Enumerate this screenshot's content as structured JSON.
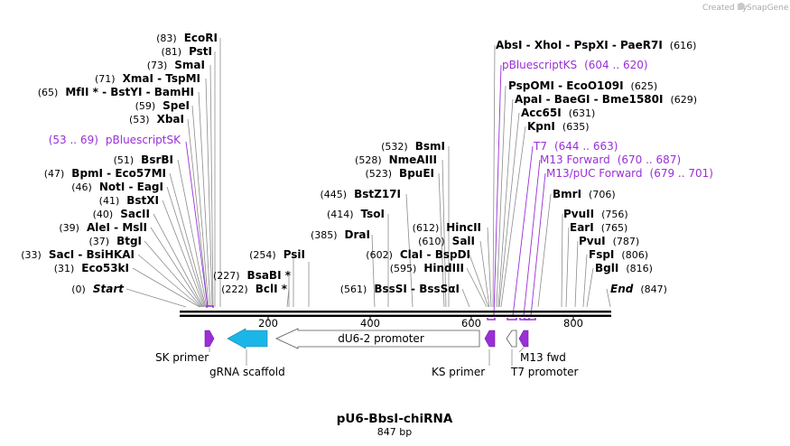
{
  "credit": {
    "text": "Created by",
    "brand": "SnapGene"
  },
  "title": "pU6-BbsI-chiRNA",
  "length_label": "847 bp",
  "ticks": [
    "200",
    "400",
    "600",
    "800"
  ],
  "left_sites": [
    {
      "pos": "(83)",
      "name": "EcoRI"
    },
    {
      "pos": "(81)",
      "name": "PstI"
    },
    {
      "pos": "(73)",
      "name": "SmaI"
    },
    {
      "pos": "(71)",
      "name": "XmaI  -  TspMI"
    },
    {
      "pos": "(65)",
      "name": "MfII * - BstYI  - BamHI"
    },
    {
      "pos": "(59)",
      "name": "SpeI"
    },
    {
      "pos": "(53)",
      "name": "XbaI"
    },
    {
      "pos": "(51)",
      "name": "BsrBI"
    },
    {
      "pos": "(47)",
      "name": "BpmI  - Eco57MI"
    },
    {
      "pos": "(46)",
      "name": "NotI  - EagI"
    },
    {
      "pos": "(41)",
      "name": "BstXI"
    },
    {
      "pos": "(40)",
      "name": "SacII"
    },
    {
      "pos": "(39)",
      "name": "AleI  - MslI"
    },
    {
      "pos": "(37)",
      "name": "BtgI"
    },
    {
      "pos": "(33)",
      "name": "SacI  - BsiHKAI"
    },
    {
      "pos": "(31)",
      "name": "Eco53kI"
    },
    {
      "pos": "(0)",
      "name": "Start"
    }
  ],
  "left_primer": {
    "pos": "(53 .. 69)",
    "name": "pBluescriptSK"
  },
  "mid_sites": [
    {
      "pos": "(254)",
      "name": "PsiI"
    },
    {
      "pos": "(227)",
      "name": "BsaBI *"
    },
    {
      "pos": "(222)",
      "name": "BclI *"
    },
    {
      "pos": "(532)",
      "name": "BsmI"
    },
    {
      "pos": "(528)",
      "name": "NmeAIII"
    },
    {
      "pos": "(523)",
      "name": "BpuEI"
    },
    {
      "pos": "(445)",
      "name": "BstZ17I"
    },
    {
      "pos": "(414)",
      "name": "TsoI"
    },
    {
      "pos": "(385)",
      "name": "DraI"
    },
    {
      "pos": "(612)",
      "name": "HincII"
    },
    {
      "pos": "(610)",
      "name": "SalI"
    },
    {
      "pos": "(602)",
      "name": "ClaI  - BspDI"
    },
    {
      "pos": "(595)",
      "name": "HindIII"
    },
    {
      "pos": "(561)",
      "name": "BssSI  - BssSαI"
    }
  ],
  "right_sites": [
    {
      "pos": "(616)",
      "name": "AbsI  - XhoI  - PspXI  - PaeR7I"
    },
    {
      "pos": "(625)",
      "name": "PspOMI  - EcoO109I"
    },
    {
      "pos": "(629)",
      "name": "ApaI  - BaeGI  - Bme1580I"
    },
    {
      "pos": "(631)",
      "name": "Acc65I"
    },
    {
      "pos": "(635)",
      "name": "KpnI"
    },
    {
      "pos": "(706)",
      "name": "BmrI"
    },
    {
      "pos": "(756)",
      "name": "PvuII"
    },
    {
      "pos": "(765)",
      "name": "EarI"
    },
    {
      "pos": "(787)",
      "name": "PvuI"
    },
    {
      "pos": "(806)",
      "name": "FspI"
    },
    {
      "pos": "(816)",
      "name": "BglI"
    },
    {
      "pos": "(847)",
      "name": "End"
    }
  ],
  "right_primers": [
    {
      "name": "pBluescriptKS",
      "pos": "(604 .. 620)"
    },
    {
      "name": "T7",
      "pos": "(644 .. 663)"
    },
    {
      "name": "M13 Forward",
      "pos": "(670 .. 687)"
    },
    {
      "name": "M13/pUC Forward",
      "pos": "(679 .. 701)"
    }
  ],
  "features": {
    "sk_primer": "SK primer",
    "grna_scaffold": "gRNA scaffold",
    "du6_promoter": "dU6-2 promoter",
    "ks_primer": "KS primer",
    "m13_fwd": "M13 fwd",
    "t7_promoter": "T7 promoter"
  },
  "colors": {
    "primer": "#9a2fd8",
    "scaffold": "#1bb6e8",
    "line": "#000000",
    "leader": "#8c8c8c"
  }
}
